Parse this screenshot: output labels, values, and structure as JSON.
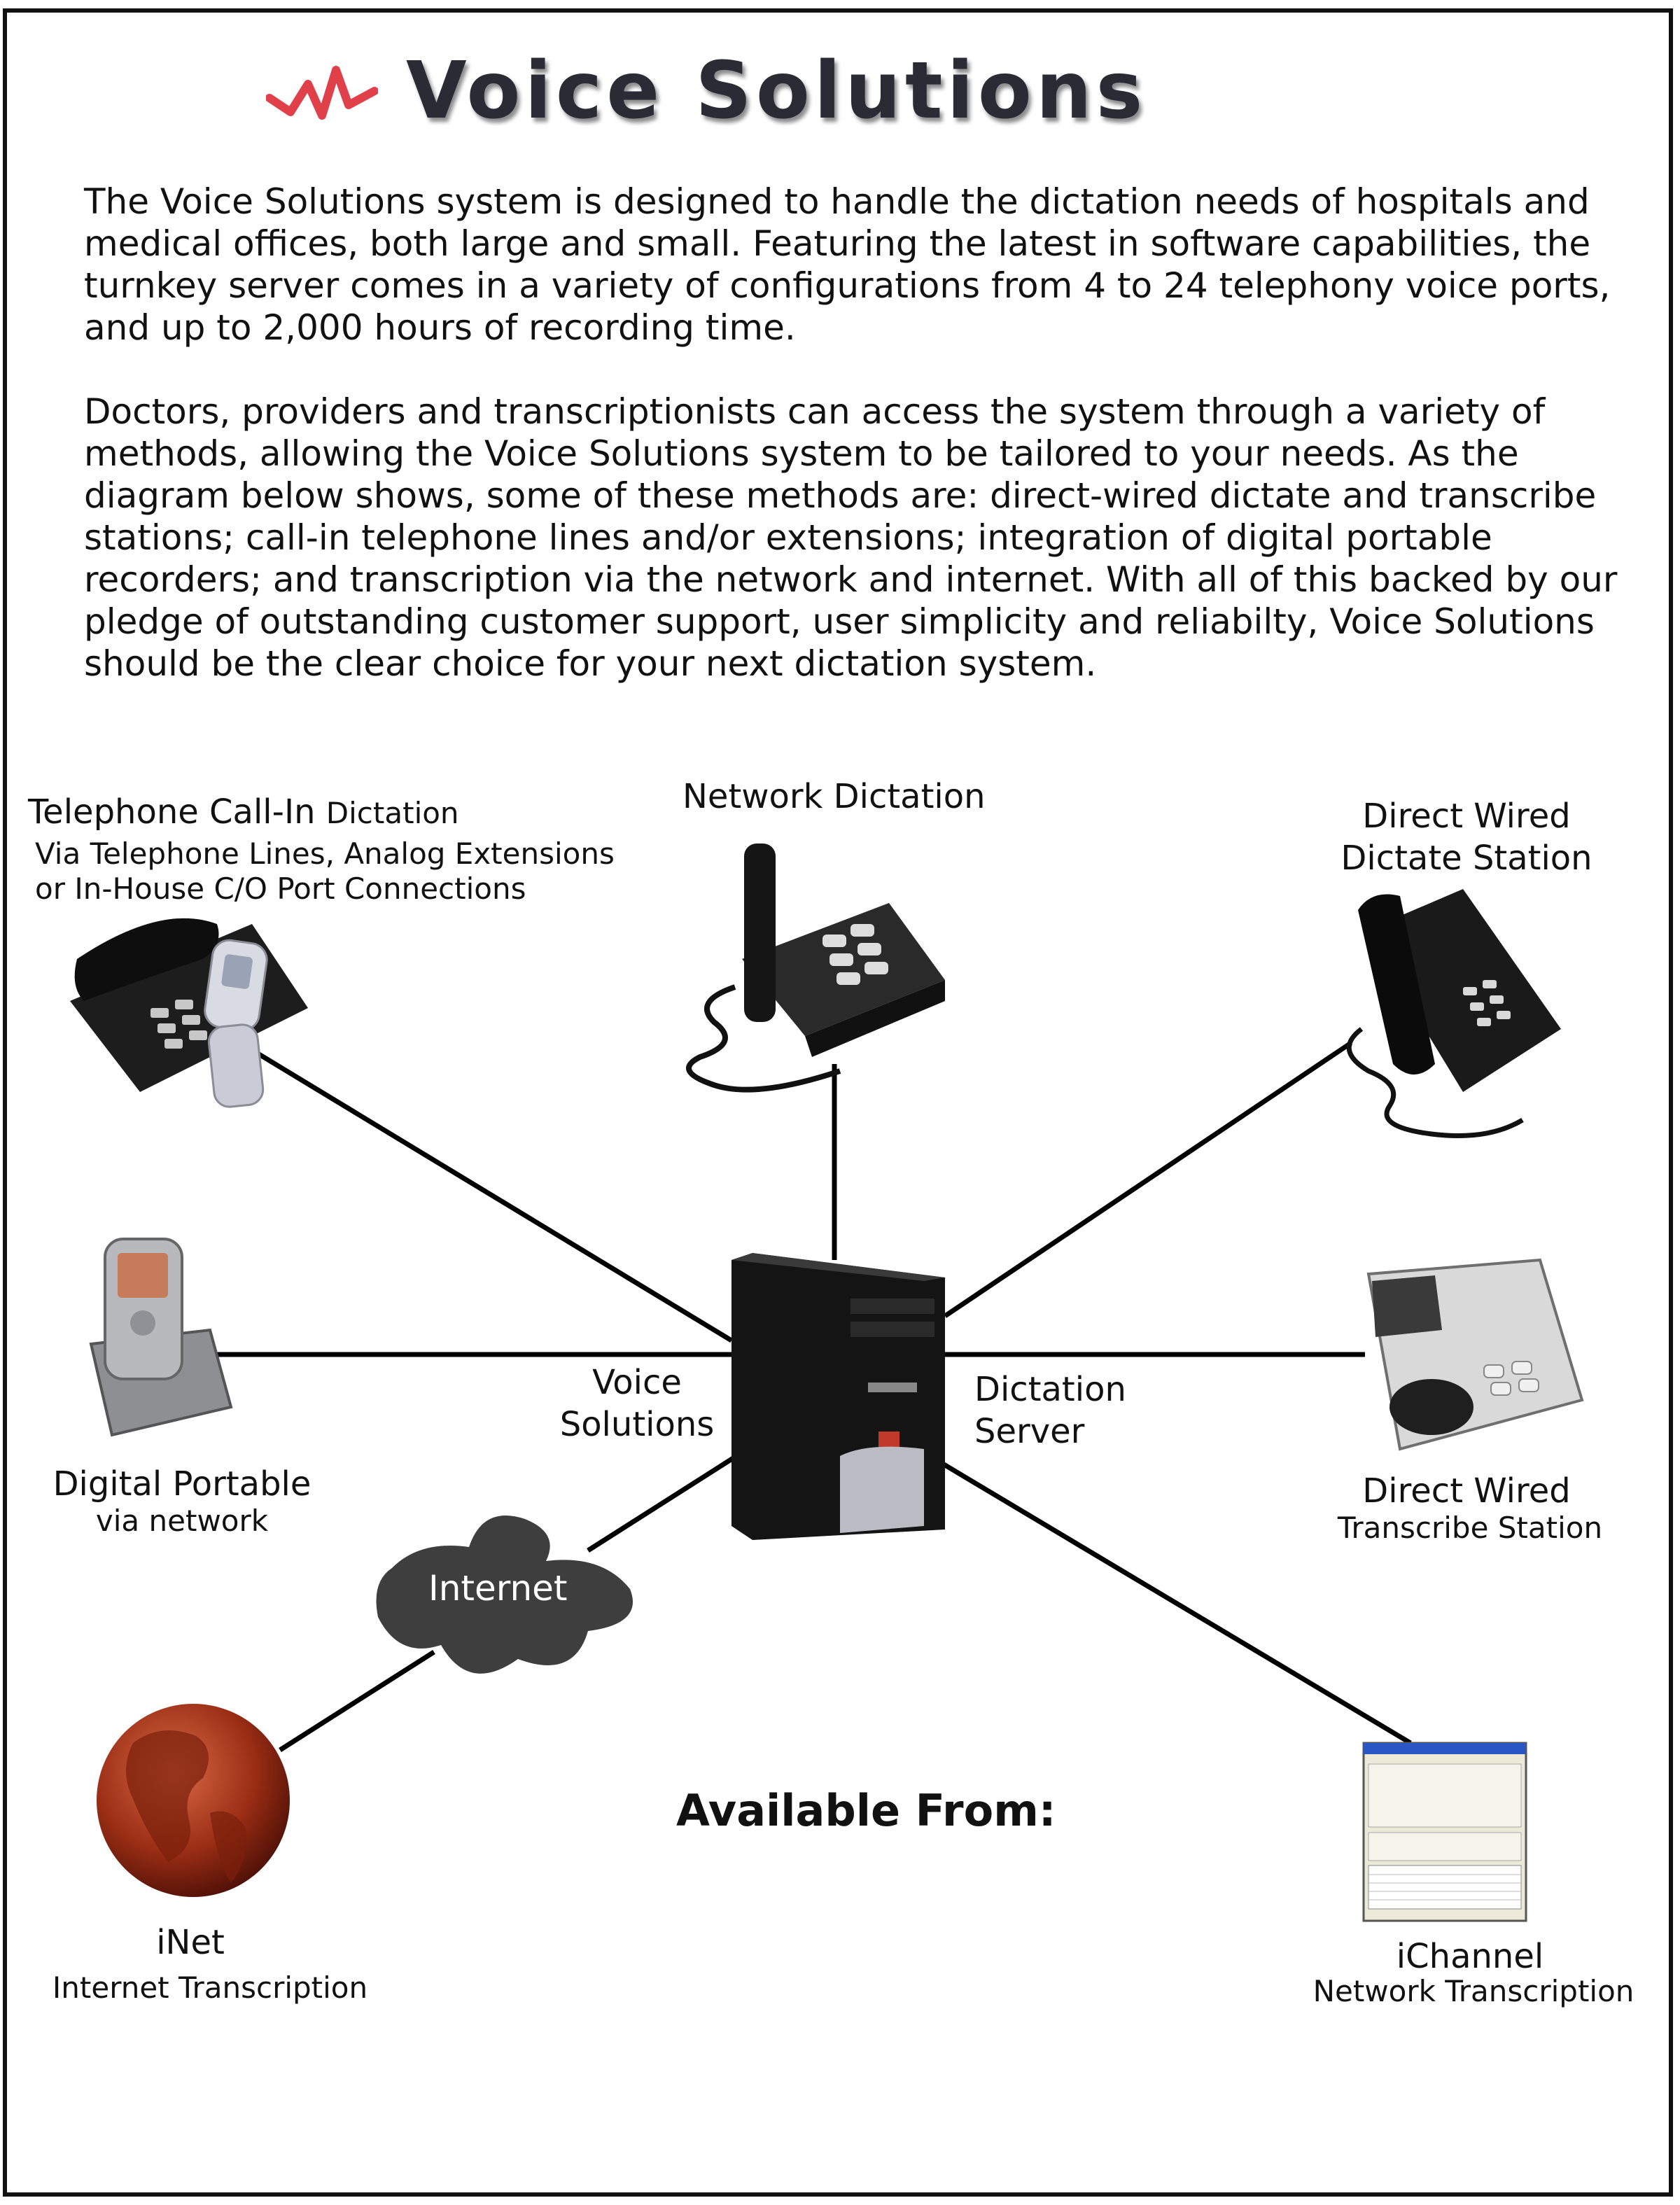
{
  "header": {
    "title": "Voice Solutions"
  },
  "intro": {
    "paragraph1": "The Voice Solutions system is designed to handle the dictation needs of hospitals and medical offices, both large and small. Featuring the latest in software capabilities, the turnkey server comes in a variety of configurations from 4 to 24 telephony voice ports, and up to 2,000 hours of recording time.",
    "paragraph2": "Doctors, providers and transcriptionists can access the system through a variety of methods, allowing the Voice Solutions system to be tailored to your needs. As the diagram below shows, some of these methods are: direct-wired dictate and transcribe stations; call-in telephone lines and/or extensions; integration of digital portable recorders; and transcription via the network and internet. With all of this backed by our pledge of outstanding customer support, user simplicity and reliabilty, Voice Solutions should be the clear choice for your next dictation system."
  },
  "diagram": {
    "server": {
      "left_label": [
        "Voice",
        "Solutions"
      ],
      "right_label": [
        "Dictation",
        "Server"
      ]
    },
    "nodes": {
      "telephone": {
        "title_main": "Telephone Call-In",
        "title_small": "Dictation",
        "line1": "Via Telephone Lines, Analog Extensions",
        "line2": "or In-House C/O Port Connections"
      },
      "network": {
        "title": "Network Dictation"
      },
      "dictate": {
        "line1": "Direct Wired",
        "line2": "Dictate Station"
      },
      "portable": {
        "title": "Digital Portable",
        "sub": "via network"
      },
      "transcribe": {
        "title": "Direct Wired",
        "sub": "Transcribe Station"
      },
      "internet": {
        "label": "Internet"
      },
      "inet": {
        "title": "iNet",
        "sub": "Internet Transcription"
      },
      "ichannel": {
        "title": "iChannel",
        "sub": "Network Transcription"
      }
    },
    "available_from": "Available From:"
  }
}
